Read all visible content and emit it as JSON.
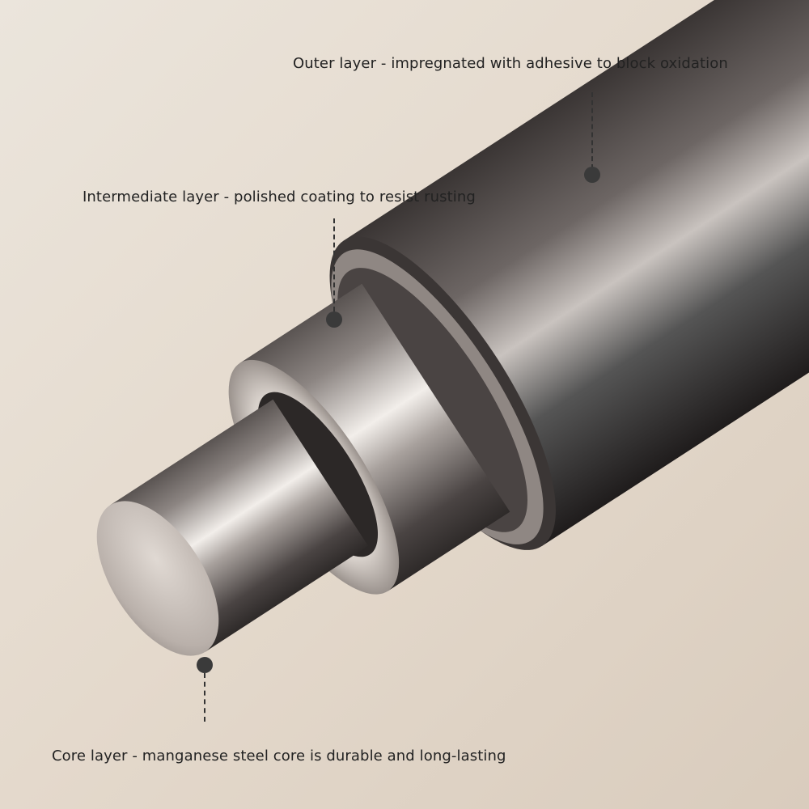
{
  "labels": {
    "outer": "Outer layer - impregnated with adhesive to block oxidation",
    "intermediate": "Intermediate layer - polished coating to resist rusting",
    "core": "Core layer - manganese steel core is durable and long-lasting"
  },
  "colors": {
    "background": "#e6ddd2",
    "text": "#222222",
    "marker": "#3a3a3a"
  }
}
